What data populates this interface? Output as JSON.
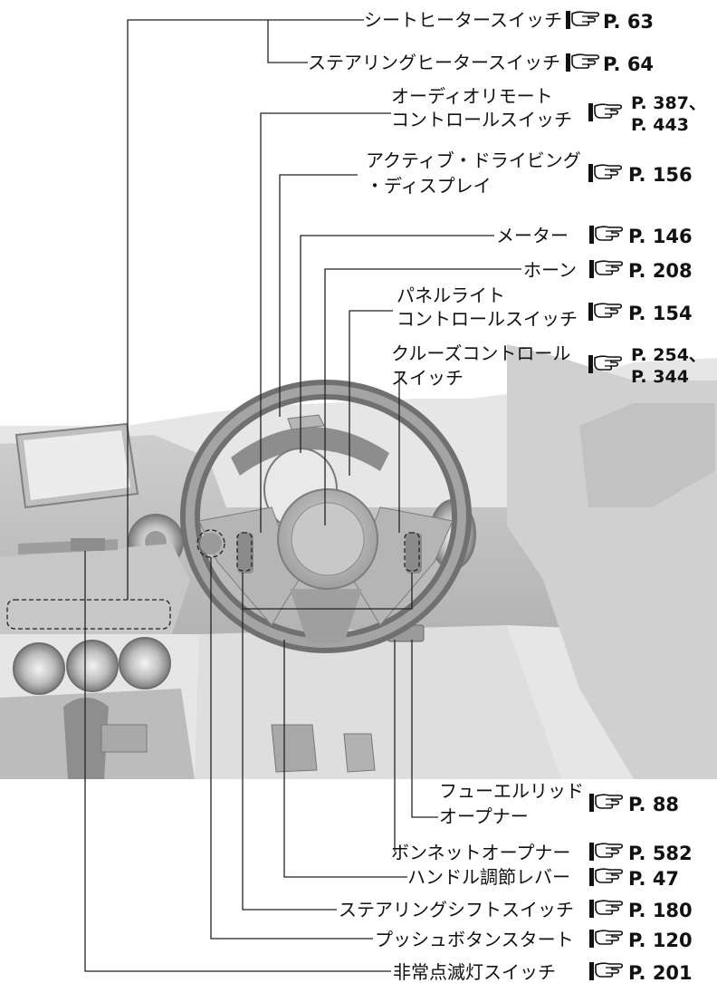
{
  "callouts": [
    {
      "id": "seat-heater-switch",
      "label": "シートヒータースイッチ",
      "ref": "P. 63"
    },
    {
      "id": "steering-heater-switch",
      "label": "ステアリングヒータースイッチ",
      "ref": "P. 64"
    },
    {
      "id": "audio-remote-control-switch",
      "label_lines": [
        "オーディオリモート",
        "コントロールスイッチ"
      ],
      "ref_lines": [
        "P. 387、",
        "P. 443"
      ]
    },
    {
      "id": "active-driving-display",
      "label_lines": [
        "アクティブ・ドライビング",
        "・ディスプレイ"
      ],
      "ref": "P. 156"
    },
    {
      "id": "meter",
      "label": "メーター",
      "ref": "P. 146"
    },
    {
      "id": "horn",
      "label": "ホーン",
      "ref": "P. 208"
    },
    {
      "id": "panel-light-control-switch",
      "label_lines": [
        "パネルライト",
        "コントロールスイッチ"
      ],
      "ref": "P. 154"
    },
    {
      "id": "cruise-control-switch",
      "label_lines": [
        "クルーズコントロール",
        "スイッチ"
      ],
      "ref_lines": [
        "P. 254、",
        "P. 344"
      ]
    },
    {
      "id": "fuel-lid-opener",
      "label_lines": [
        "フューエルリッド",
        "オープナー"
      ],
      "ref": "P. 88"
    },
    {
      "id": "bonnet-opener",
      "label": "ボンネットオープナー",
      "ref": "P. 582"
    },
    {
      "id": "steering-adjust-lever",
      "label": "ハンドル調節レバー",
      "ref": "P. 47"
    },
    {
      "id": "steering-shift-switch",
      "label": "ステアリングシフトスイッチ",
      "ref": "P. 180"
    },
    {
      "id": "push-button-start",
      "label": "プッシュボタンスタート",
      "ref": "P. 120"
    },
    {
      "id": "hazard-warning-switch",
      "label": "非常点滅灯スイッチ",
      "ref": "P. 201"
    }
  ],
  "colors": {
    "line": "#222222",
    "interior_light": "#d8d8d8",
    "interior_mid": "#a9a9a9",
    "interior_dark": "#6e6e6e"
  },
  "icons": {
    "reference": "pointing-hand-icon"
  }
}
